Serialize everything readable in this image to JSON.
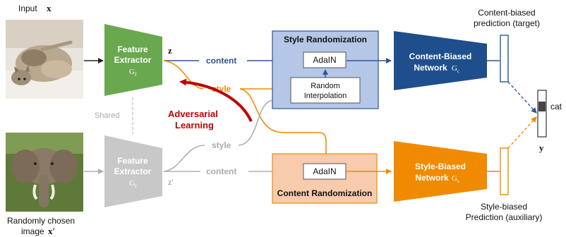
{
  "input_top": {
    "label": "Input",
    "var": "x"
  },
  "input_bottom": {
    "line1": "Randomly chosen",
    "line2": "image",
    "var": "x′"
  },
  "extractor_top": {
    "line1": "Feature",
    "line2": "Extractor",
    "sub": "G",
    "subsub": "f"
  },
  "extractor_bottom": {
    "line1": "Feature",
    "line2": "Extractor",
    "sub": "G",
    "subsub": "f"
  },
  "shared_label": "Shared",
  "z_top": "z",
  "z_bottom": "z′",
  "content_top": "content",
  "style_top": "style",
  "style_bottom": "style",
  "content_bottom": "content",
  "adversarial": {
    "line1": "Adversarial",
    "line2": "Learning"
  },
  "style_rand": {
    "title": "Style Randomization",
    "adain": "AdaIN",
    "interp_line1": "Random",
    "interp_line2": "Interpolation"
  },
  "content_rand": {
    "title": "Content Randomization",
    "adain": "AdaIN"
  },
  "content_net": {
    "line1": "Content-Biased",
    "line2": "Network",
    "sub": "G",
    "subsub": "c"
  },
  "style_net": {
    "line1": "Style-Biased",
    "line2": "Network",
    "sub": "G",
    "subsub": "s"
  },
  "pred_top": {
    "line1": "Content-biased",
    "line2": "prediction (target)"
  },
  "pred_bottom": {
    "line1": "Style-biased",
    "line2": "Prediction (auxiliary)"
  },
  "output": {
    "class_label": "cat",
    "var": "y"
  },
  "colors": {
    "green": "#6aa84f",
    "gray": "#b8b8b8",
    "navy": "#1f4e8c",
    "orange": "#f08a00",
    "style_box": "#b4c7e7",
    "content_box": "#f8cbad",
    "red": "#c00000"
  }
}
